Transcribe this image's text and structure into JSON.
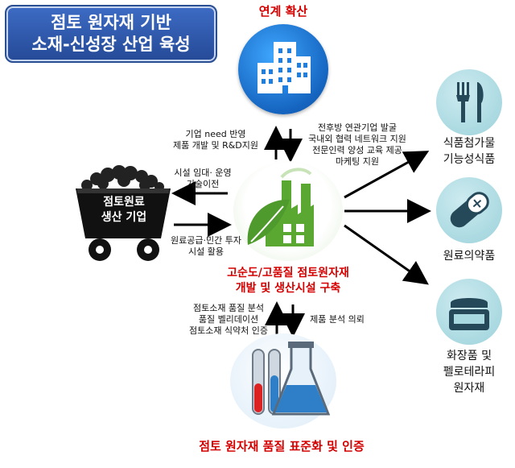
{
  "title": {
    "line1": "점토 원자재 기반",
    "line2": "소재-신성장 산업 육성"
  },
  "top_label": "연계 확산",
  "left_box_label": {
    "line1": "점토원료",
    "line2": "생산 기업"
  },
  "center_label": {
    "line1": "고순도/고품질 점토원자재",
    "line2": "개발 및 생산시설 구축"
  },
  "bottom_label": "점토 원자재 품질 표준화 및 인증",
  "arrow_notes": {
    "up_left": [
      "기업 need 반영",
      "제품 개발 및 R&D지원"
    ],
    "up_right": [
      "전후방 연관기업 발굴",
      "국내외 협력 네트워크 지원",
      "전문인력 양성 교육 제공",
      "마케팅 지원"
    ],
    "left_top": [
      "시설 임대· 운영",
      "기술이전"
    ],
    "left_bottom": [
      "원료공급·민간 투자",
      "시설 활용"
    ],
    "down_left": [
      "점토소재 품질 분석",
      "품질 벨리데이션",
      "점토소재 식약처 인증"
    ],
    "down_right": [
      "제품 분석 의뢰"
    ]
  },
  "outcomes": [
    {
      "lines": [
        "식품첨가물",
        "기능성식품"
      ],
      "icon": "fork-knife-icon"
    },
    {
      "lines": [
        "원료의약품"
      ],
      "icon": "capsule-icon"
    },
    {
      "lines": [
        "화장품 및",
        "펠로테라피",
        "원자재"
      ],
      "icon": "cosmetic-jar-icon"
    }
  ],
  "colors": {
    "accent_red": "#d40000",
    "blue_circle": "#1e7fe0",
    "green": "#5aa832",
    "teal": "#a8d8e0",
    "title_bg": "#2f5bb0"
  }
}
